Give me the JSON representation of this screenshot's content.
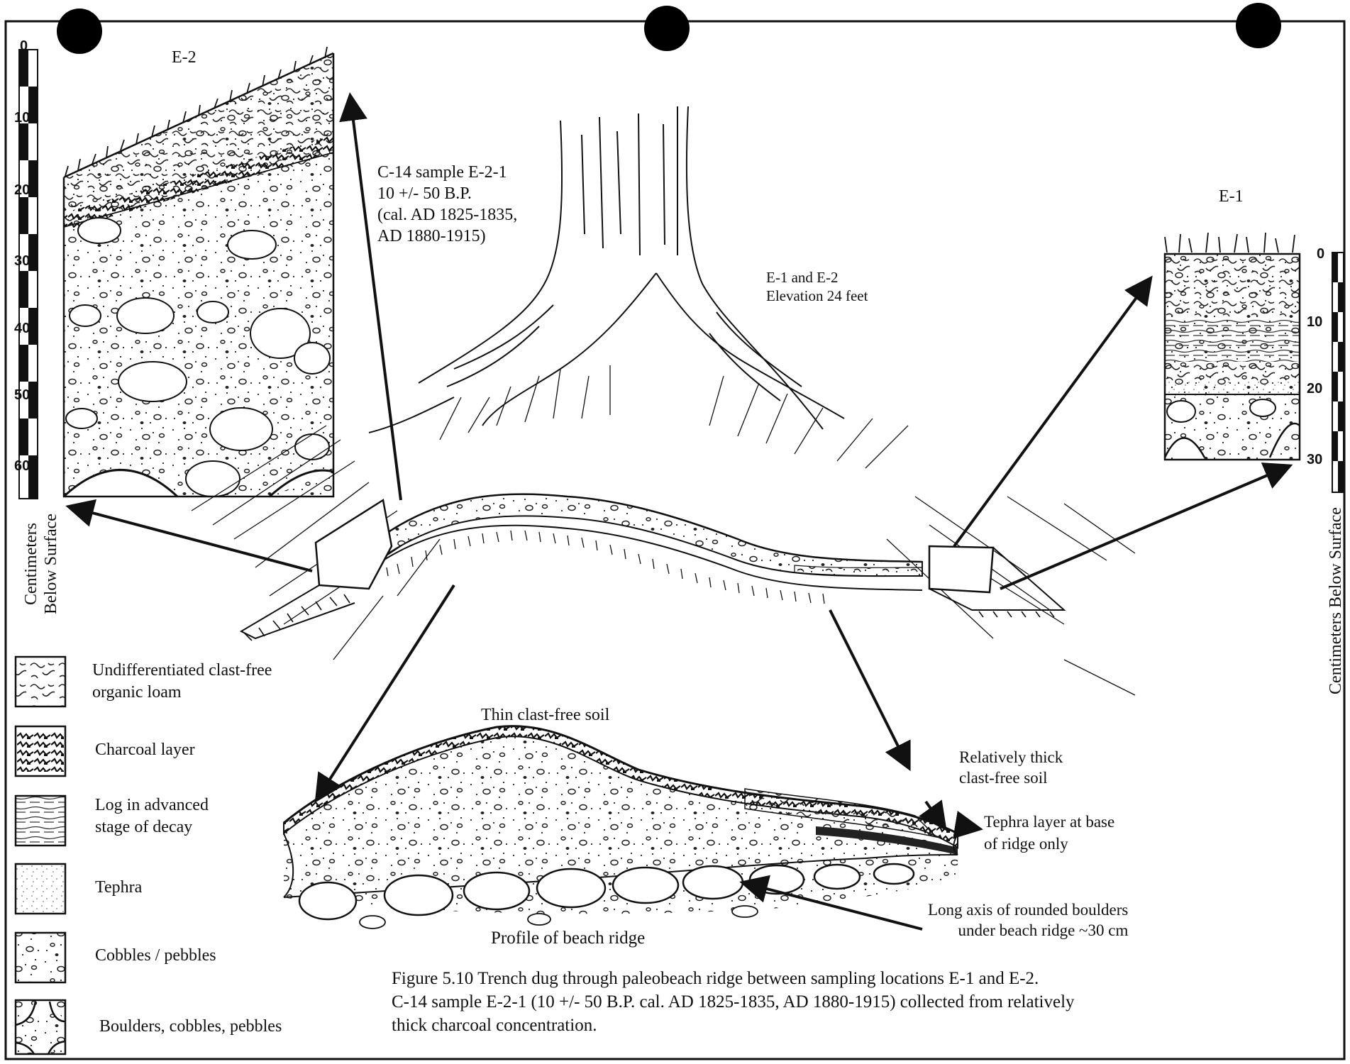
{
  "figure": {
    "caption_lines": [
      "Figure 5.10  Trench dug through paleobeach ridge between sampling locations E-1 and E-2.",
      "C-14 sample E-2-1 (10 +/- 50 B.P. cal. AD 1825-1835, AD 1880-1915) collected from relatively",
      "thick charcoal concentration."
    ]
  },
  "profiles": {
    "e2": {
      "title": "E-2"
    },
    "e1": {
      "title": "E-1"
    }
  },
  "scales": {
    "left": {
      "label_line1": "Centimeters",
      "label_line2": "Below Surface",
      "ticks": [
        "0",
        "10",
        "20",
        "30",
        "40",
        "50",
        "60"
      ]
    },
    "right": {
      "label": "Centimeters Below Surface",
      "ticks": [
        "0",
        "10",
        "20",
        "30"
      ]
    }
  },
  "annotations": {
    "c14_line1": "C-14 sample E-2-1",
    "c14_line2": "10 +/- 50 B.P.",
    "c14_line3": "(cal. AD 1825-1835,",
    "c14_line4": "AD 1880-1915)",
    "elev_line1": "E-1 and E-2",
    "elev_line2": "Elevation 24 feet",
    "thin_soil": "Thin clast-free soil",
    "thick_soil_line1": "Relatively thick",
    "thick_soil_line2": "clast-free soil",
    "tephra_line1": "Tephra layer at base",
    "tephra_line2": "of ridge only",
    "boulders_line1": "Long axis of rounded boulders",
    "boulders_line2": "under beach ridge ~30 cm",
    "profile": "Profile of beach ridge"
  },
  "legend": [
    {
      "line1": "Undifferentiated clast-free",
      "line2": "organic loam"
    },
    {
      "line1": "Charcoal layer",
      "line2": ""
    },
    {
      "line1": "Log in advanced",
      "line2": "stage of decay"
    },
    {
      "line1": "Tephra",
      "line2": ""
    },
    {
      "line1": "Cobbles / pebbles",
      "line2": ""
    },
    {
      "line1": "Boulders, cobbles, pebbles",
      "line2": ""
    }
  ]
}
